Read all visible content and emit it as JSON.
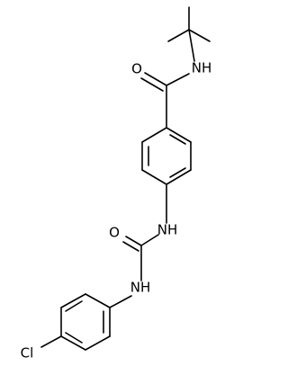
{
  "molecule": {
    "atoms": {
      "amide_n": "NH",
      "amide_o": "O",
      "urea_o": "O",
      "urea_nh_top": "NH",
      "urea_nh_bottom": "NH",
      "chlorine": "Cl"
    }
  }
}
